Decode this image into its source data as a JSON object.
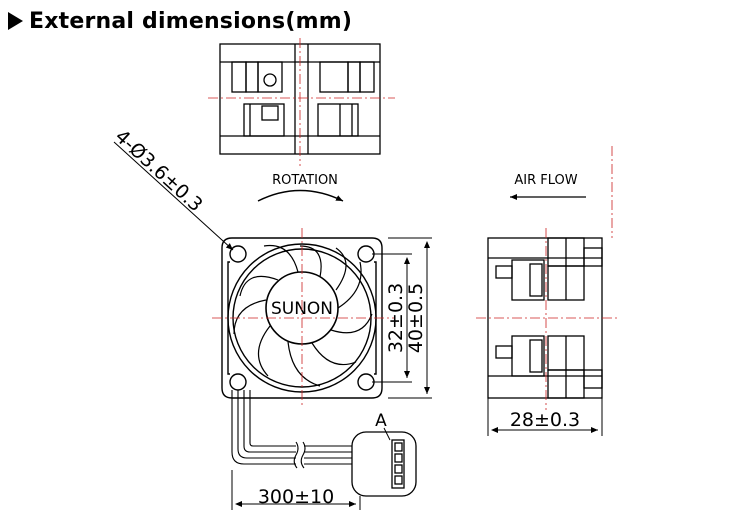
{
  "heading": "External dimensions(mm)",
  "labels": {
    "hole_spec": "4-Ø3.6±0.3",
    "rotation": "ROTATION",
    "airflow": "AIR  FLOW",
    "brand": "SUNON",
    "hole_pitch": "32±0.3",
    "frame_size": "40±0.5",
    "thickness": "28±0.3",
    "lead_length": "300±10",
    "connector": "A"
  },
  "colors": {
    "line": "#000000",
    "centerline": "#cc2222",
    "background": "#ffffff"
  }
}
